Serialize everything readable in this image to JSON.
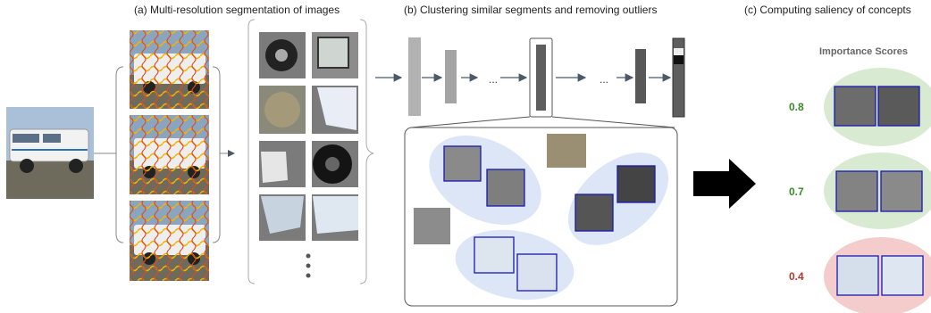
{
  "captions": {
    "a": "(a) Multi-resolution segmentation of images",
    "b": "(b) Clustering similar segments and removing outliers",
    "c": "(c) Computing saliency of concepts"
  },
  "importance": {
    "title": "Importance Scores",
    "scores": [
      "0.8",
      "0.7",
      "0.4"
    ]
  },
  "network": {
    "ellipsis_1": "...",
    "ellipsis_2": "..."
  },
  "colors": {
    "score_high": "#3b8a2a",
    "score_low": "#b5362a",
    "cluster_blue": "#dce6f7",
    "concept_green": "#d9ead3",
    "concept_red": "#f4cccc",
    "patch_border": "#1a1ab0"
  }
}
